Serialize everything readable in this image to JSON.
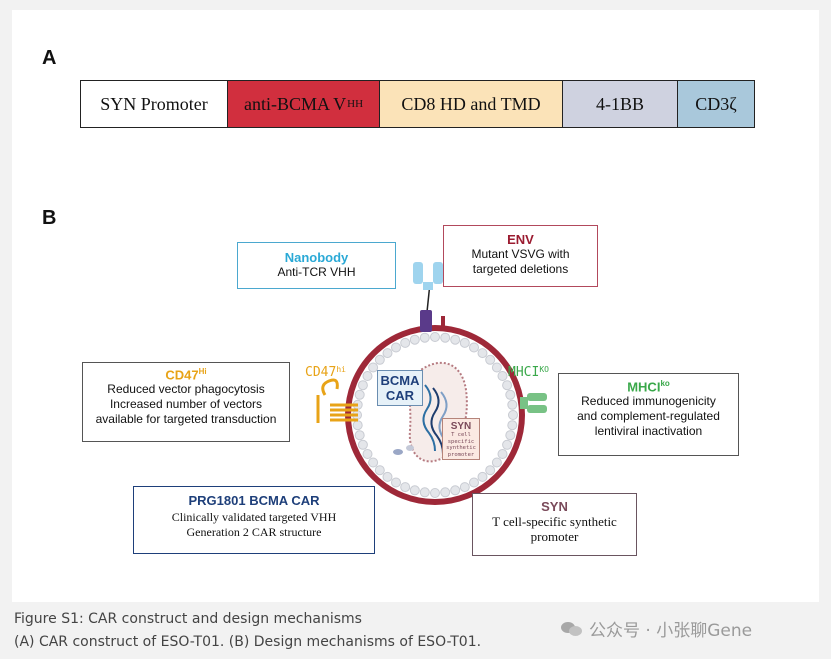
{
  "panel_a": {
    "label": "A",
    "segments": [
      {
        "text": "SYN Promoter",
        "sub": "",
        "color": "#ffffff"
      },
      {
        "text": "anti-BCMA V",
        "sub": "HH",
        "color": "#d12f3e"
      },
      {
        "text": "CD8 HD and TMD",
        "sub": "",
        "color": "#fbe3b8"
      },
      {
        "text": "4-1BB",
        "sub": "",
        "color": "#cfd2e0"
      },
      {
        "text": "CD3ζ",
        "sub": "",
        "color": "#a9c8db"
      }
    ]
  },
  "panel_b": {
    "label": "B",
    "nanobody": {
      "title": "Nanobody",
      "body": "Anti-TCR VHH",
      "color": "#2aa9d6"
    },
    "env": {
      "title": "ENV",
      "body": "Mutant VSVG with targeted deletions",
      "color": "#9b1b30"
    },
    "cd47": {
      "title": "CD47",
      "sup": "Hi",
      "body": "Reduced vector phagocytosis Increased number of vectors available for targeted transduction",
      "color": "#e8a317"
    },
    "mhci": {
      "title": "MHCI",
      "sup": "ko",
      "body": "Reduced immunogenicity and complement-regulated lentiviral inactivation",
      "color": "#3aa84a"
    },
    "prg": {
      "title": "PRG1801 BCMA CAR",
      "body": "Clinically validated targeted VHH Generation 2 CAR structure",
      "color": "#1e3f7a"
    },
    "syn": {
      "title": "SYN",
      "body": "T cell-specific synthetic promoter",
      "color": "#7a4a5a"
    },
    "cell_labels": {
      "cd47": "CD47",
      "cd47_sup": "hi",
      "mhci": "MHCI",
      "mhci_sup": "KO",
      "bcma_car": "BCMA CAR",
      "syn_box_title": "SYN",
      "syn_box_body": "T cell specific synthetic promoter"
    }
  },
  "caption": {
    "line1": "Figure S1: CAR construct and design mechanisms",
    "line2": "(A) CAR construct of ESO-T01. (B) Design mechanisms of ESO-T01."
  },
  "watermark": "公众号 · 小张聊Gene"
}
